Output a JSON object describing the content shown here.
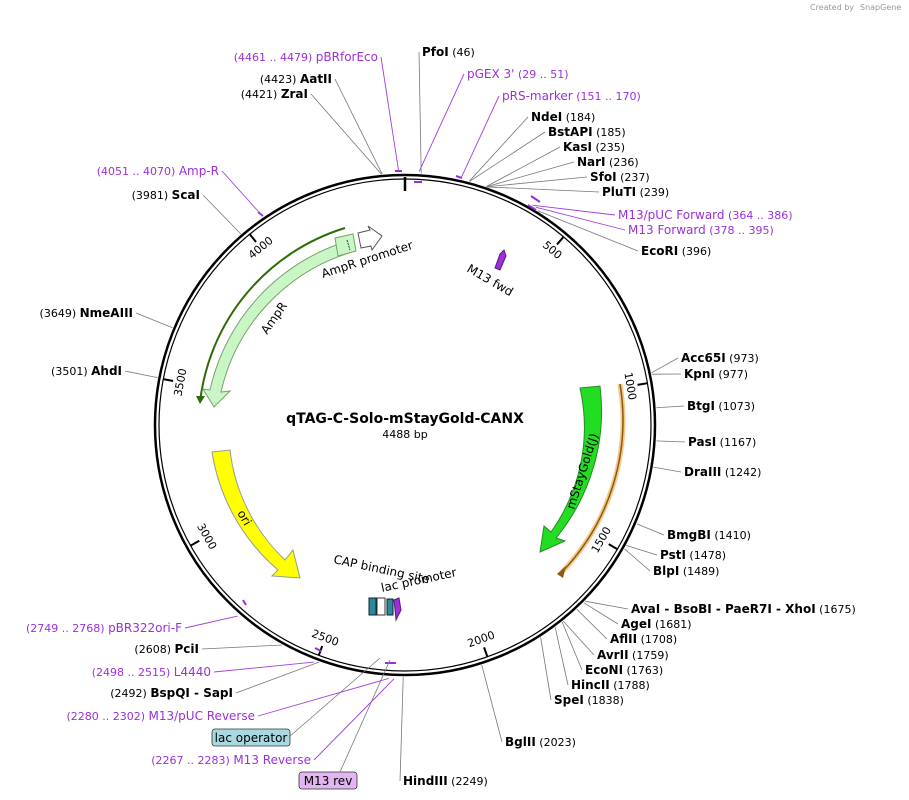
{
  "credit": {
    "prefix": "Created by",
    "brand": "SnapGene"
  },
  "plasmid": {
    "name": "qTAG-C-Solo-mStayGold-CANX",
    "length": "4488 bp"
  },
  "sites": [
    {
      "name": "PfoI",
      "coord": "(46)"
    },
    {
      "name": "NdeI",
      "coord": "(184)"
    },
    {
      "name": "BstAPI",
      "coord": "(185)"
    },
    {
      "name": "KasI",
      "coord": "(235)"
    },
    {
      "name": "NarI",
      "coord": "(236)"
    },
    {
      "name": "SfoI",
      "coord": "(237)"
    },
    {
      "name": "PluTI",
      "coord": "(239)"
    },
    {
      "name": "EcoRI",
      "coord": "(396)"
    },
    {
      "name": "Acc65I",
      "coord": "(973)"
    },
    {
      "name": "KpnI",
      "coord": "(977)"
    },
    {
      "name": "BtgI",
      "coord": "(1073)"
    },
    {
      "name": "PasI",
      "coord": "(1167)"
    },
    {
      "name": "DraIII",
      "coord": "(1242)"
    },
    {
      "name": "BmgBI",
      "coord": "(1410)"
    },
    {
      "name": "PstI",
      "coord": "(1478)"
    },
    {
      "name": "BlpI",
      "coord": "(1489)"
    },
    {
      "name": "AvaI - BsoBI - PaeR7I - XhoI",
      "coord": "(1675)"
    },
    {
      "name": "AgeI",
      "coord": "(1681)"
    },
    {
      "name": "AflII",
      "coord": "(1708)"
    },
    {
      "name": "AvrII",
      "coord": "(1759)"
    },
    {
      "name": "EcoNI",
      "coord": "(1763)"
    },
    {
      "name": "HincII",
      "coord": "(1788)"
    },
    {
      "name": "SpeI",
      "coord": "(1838)"
    },
    {
      "name": "BglII",
      "coord": "(2023)"
    },
    {
      "name": "HindIII",
      "coord": "(2249)"
    },
    {
      "name": "BspQI - SapI",
      "coord": "(2492)"
    },
    {
      "name": "PciI",
      "coord": "(2608)"
    },
    {
      "name": "AhdI",
      "coord": "(3501)"
    },
    {
      "name": "NmeAIII",
      "coord": "(3649)"
    },
    {
      "name": "ScaI",
      "coord": "(3981)"
    },
    {
      "name": "ZraI",
      "coord": "(4421)"
    },
    {
      "name": "AatII",
      "coord": "(4423)"
    }
  ],
  "primers": [
    {
      "name": "pBRforEco",
      "coord": "(4461 .. 4479)"
    },
    {
      "name": "pGEX 3'",
      "coord": "(29 .. 51)"
    },
    {
      "name": "pRS-marker",
      "coord": "(151 .. 170)"
    },
    {
      "name": "M13/pUC Forward",
      "coord": "(364 .. 386)"
    },
    {
      "name": "M13 Forward",
      "coord": "(378 .. 395)"
    },
    {
      "name": "Amp-R",
      "coord": "(4051 .. 4070)"
    },
    {
      "name": "pBR322ori-F",
      "coord": "(2749 .. 2768)"
    },
    {
      "name": "L4440",
      "coord": "(2498 .. 2515)"
    },
    {
      "name": "M13/pUC Reverse",
      "coord": "(2280 .. 2302)"
    },
    {
      "name": "M13 Reverse",
      "coord": "(2267 .. 2283)"
    }
  ],
  "features": {
    "ampr_promoter": "AmpR promoter",
    "ampr": "AmpR",
    "ori": "ori",
    "mstaygold": "mStayGold(J)",
    "m13_fwd": "M13 fwd",
    "cap_site": "CAP binding site",
    "lac_promoter": "lac promoter",
    "lac_operator": "lac operator",
    "m13_rev": "M13 rev"
  },
  "ticks": [
    "500",
    "1000",
    "1500",
    "2000",
    "2500",
    "3000",
    "3500",
    "4000"
  ],
  "colors": {
    "ampr": "#c8f7c5",
    "ampr_border": "#7aa06e",
    "ori": "#ffff00",
    "mstaygold": "#22dd22",
    "primer": "#9b30d9",
    "lac_operator_box": "#a8d8e0",
    "m13_rev_box": "#e2b4f0"
  }
}
